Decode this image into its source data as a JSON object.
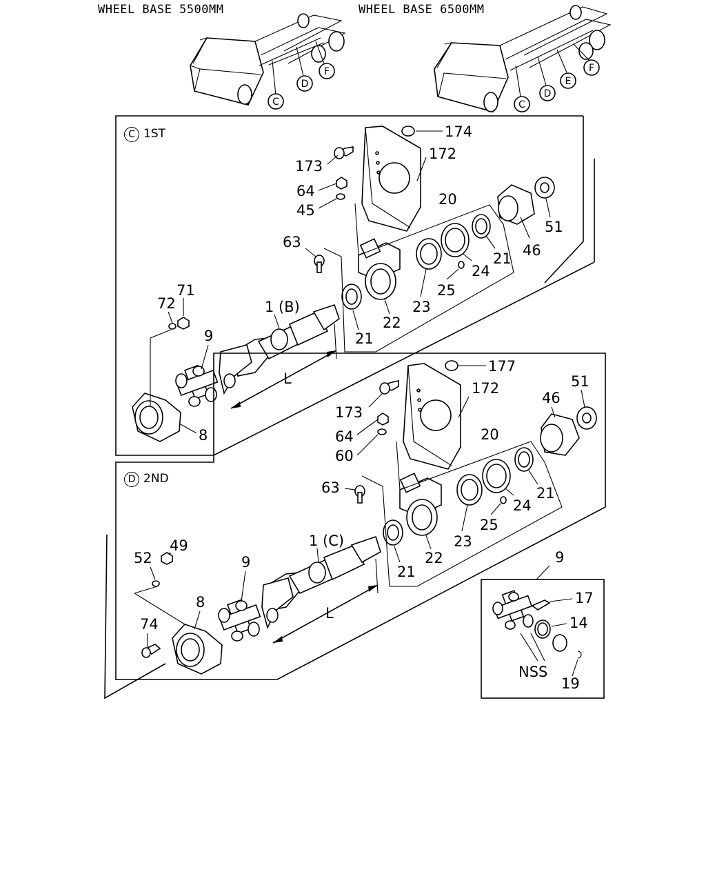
{
  "headers": {
    "left": "WHEEL BASE 5500MM",
    "right": "WHEEL BASE 6500MM"
  },
  "truck_left_callouts": [
    "C",
    "D",
    "F"
  ],
  "truck_right_callouts": [
    "C",
    "D",
    "E",
    "F"
  ],
  "section1": {
    "letter": "C",
    "title": "1ST",
    "parts": [
      "174",
      "173",
      "172",
      "64",
      "45",
      "20",
      "63",
      "51",
      "46",
      "21",
      "24",
      "23",
      "25",
      "22",
      "21",
      "1 (B)",
      "71",
      "72",
      "9",
      "L",
      "8"
    ]
  },
  "section2": {
    "letter": "D",
    "title": "2ND",
    "parts": [
      "177",
      "173",
      "172",
      "51",
      "46",
      "64",
      "60",
      "20",
      "63",
      "21",
      "24",
      "23",
      "25",
      "22",
      "21",
      "1 (C)",
      "49",
      "52",
      "9",
      "8",
      "74",
      "L"
    ]
  },
  "inset": {
    "ref": "9",
    "parts": [
      "17",
      "14",
      "NSS",
      "19"
    ]
  }
}
